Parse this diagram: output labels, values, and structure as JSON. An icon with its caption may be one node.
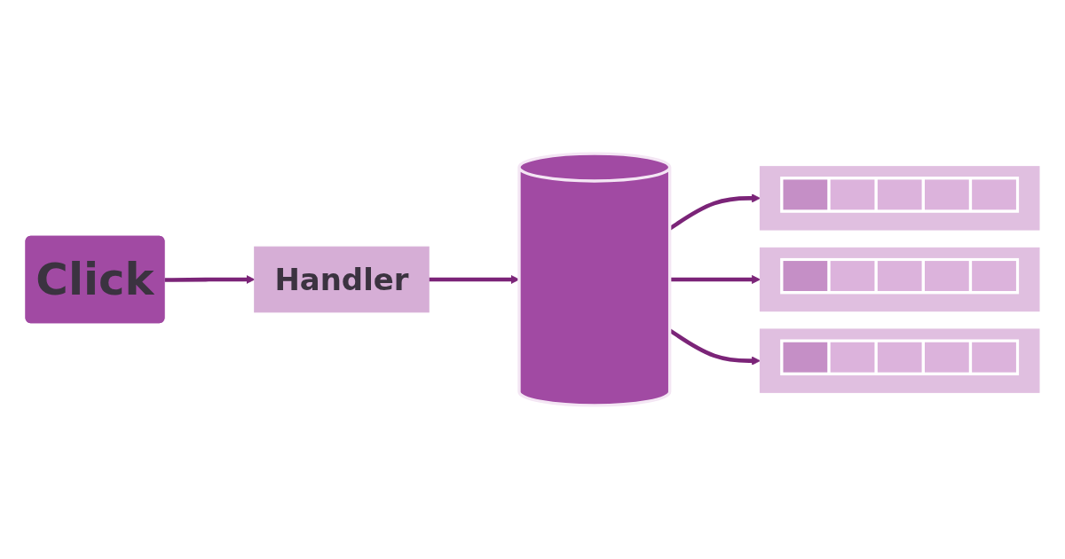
{
  "diagram": {
    "nodes": [
      {
        "text": [
          "Click"
        ]
      },
      {
        "text": [
          "Handler"
        ]
      },
      {
        "text": [],
        "shape": "cylinder"
      },
      {
        "text": [],
        "shape": "bar"
      },
      {
        "text": [],
        "shape": "bar"
      },
      {
        "text": [],
        "shape": "bar"
      }
    ],
    "edges": [
      {
        "from": 0,
        "to": 1,
        "arrow": "to"
      },
      {
        "from": 1,
        "to": 2,
        "arrow": "to"
      },
      {
        "from": 2,
        "to": 3,
        "arrow": "to"
      },
      {
        "from": 2,
        "to": 4,
        "arrow": "to"
      },
      {
        "from": 2,
        "to": 5,
        "arrow": "to"
      }
    ]
  }
}
